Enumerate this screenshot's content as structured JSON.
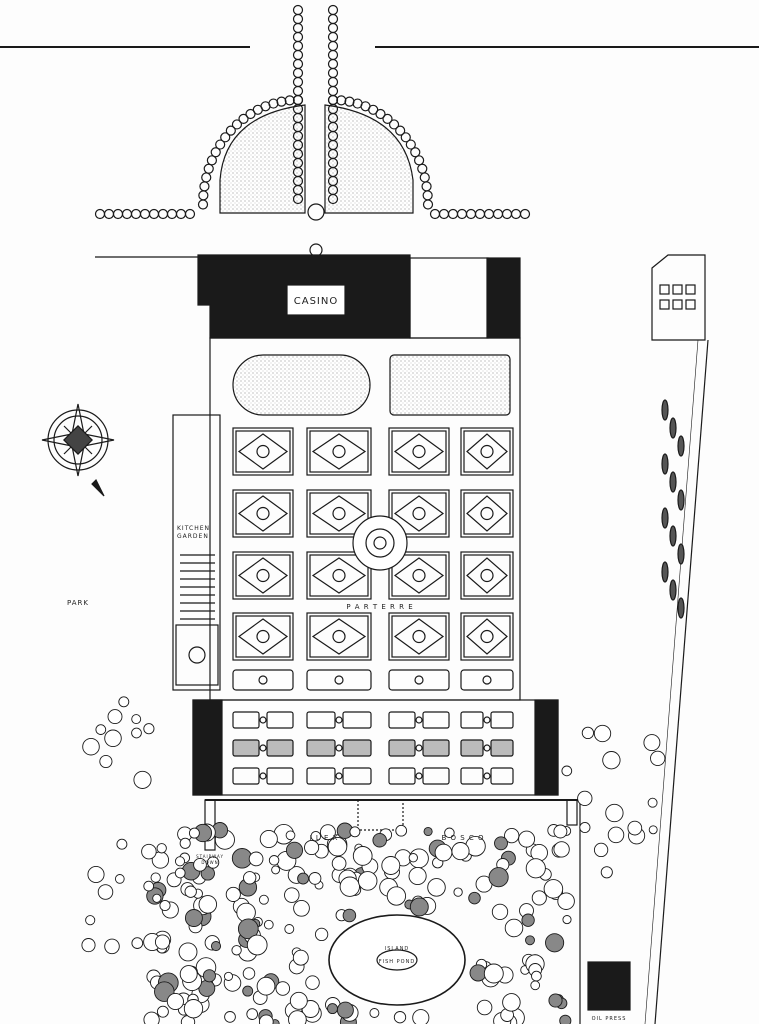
{
  "title": "Garden plan",
  "labels": {
    "casino": "CASINO",
    "kitchen_garden_1": "KITCHEN",
    "kitchen_garden_2": "GARDEN",
    "park": "PARK",
    "parterre": "P A R T E R R E",
    "ilex": "I L E X",
    "bosco": "B O S C O",
    "island": "ISLAND",
    "fish_pond": "FISH POND",
    "oil_press": "OIL PRESS",
    "stairway": "STAIRWAY",
    "down": "DOWN"
  },
  "colors": {
    "ink": "#1a1a1a",
    "stipple": "#cfcfcf",
    "paper": "#fdfdfd"
  }
}
